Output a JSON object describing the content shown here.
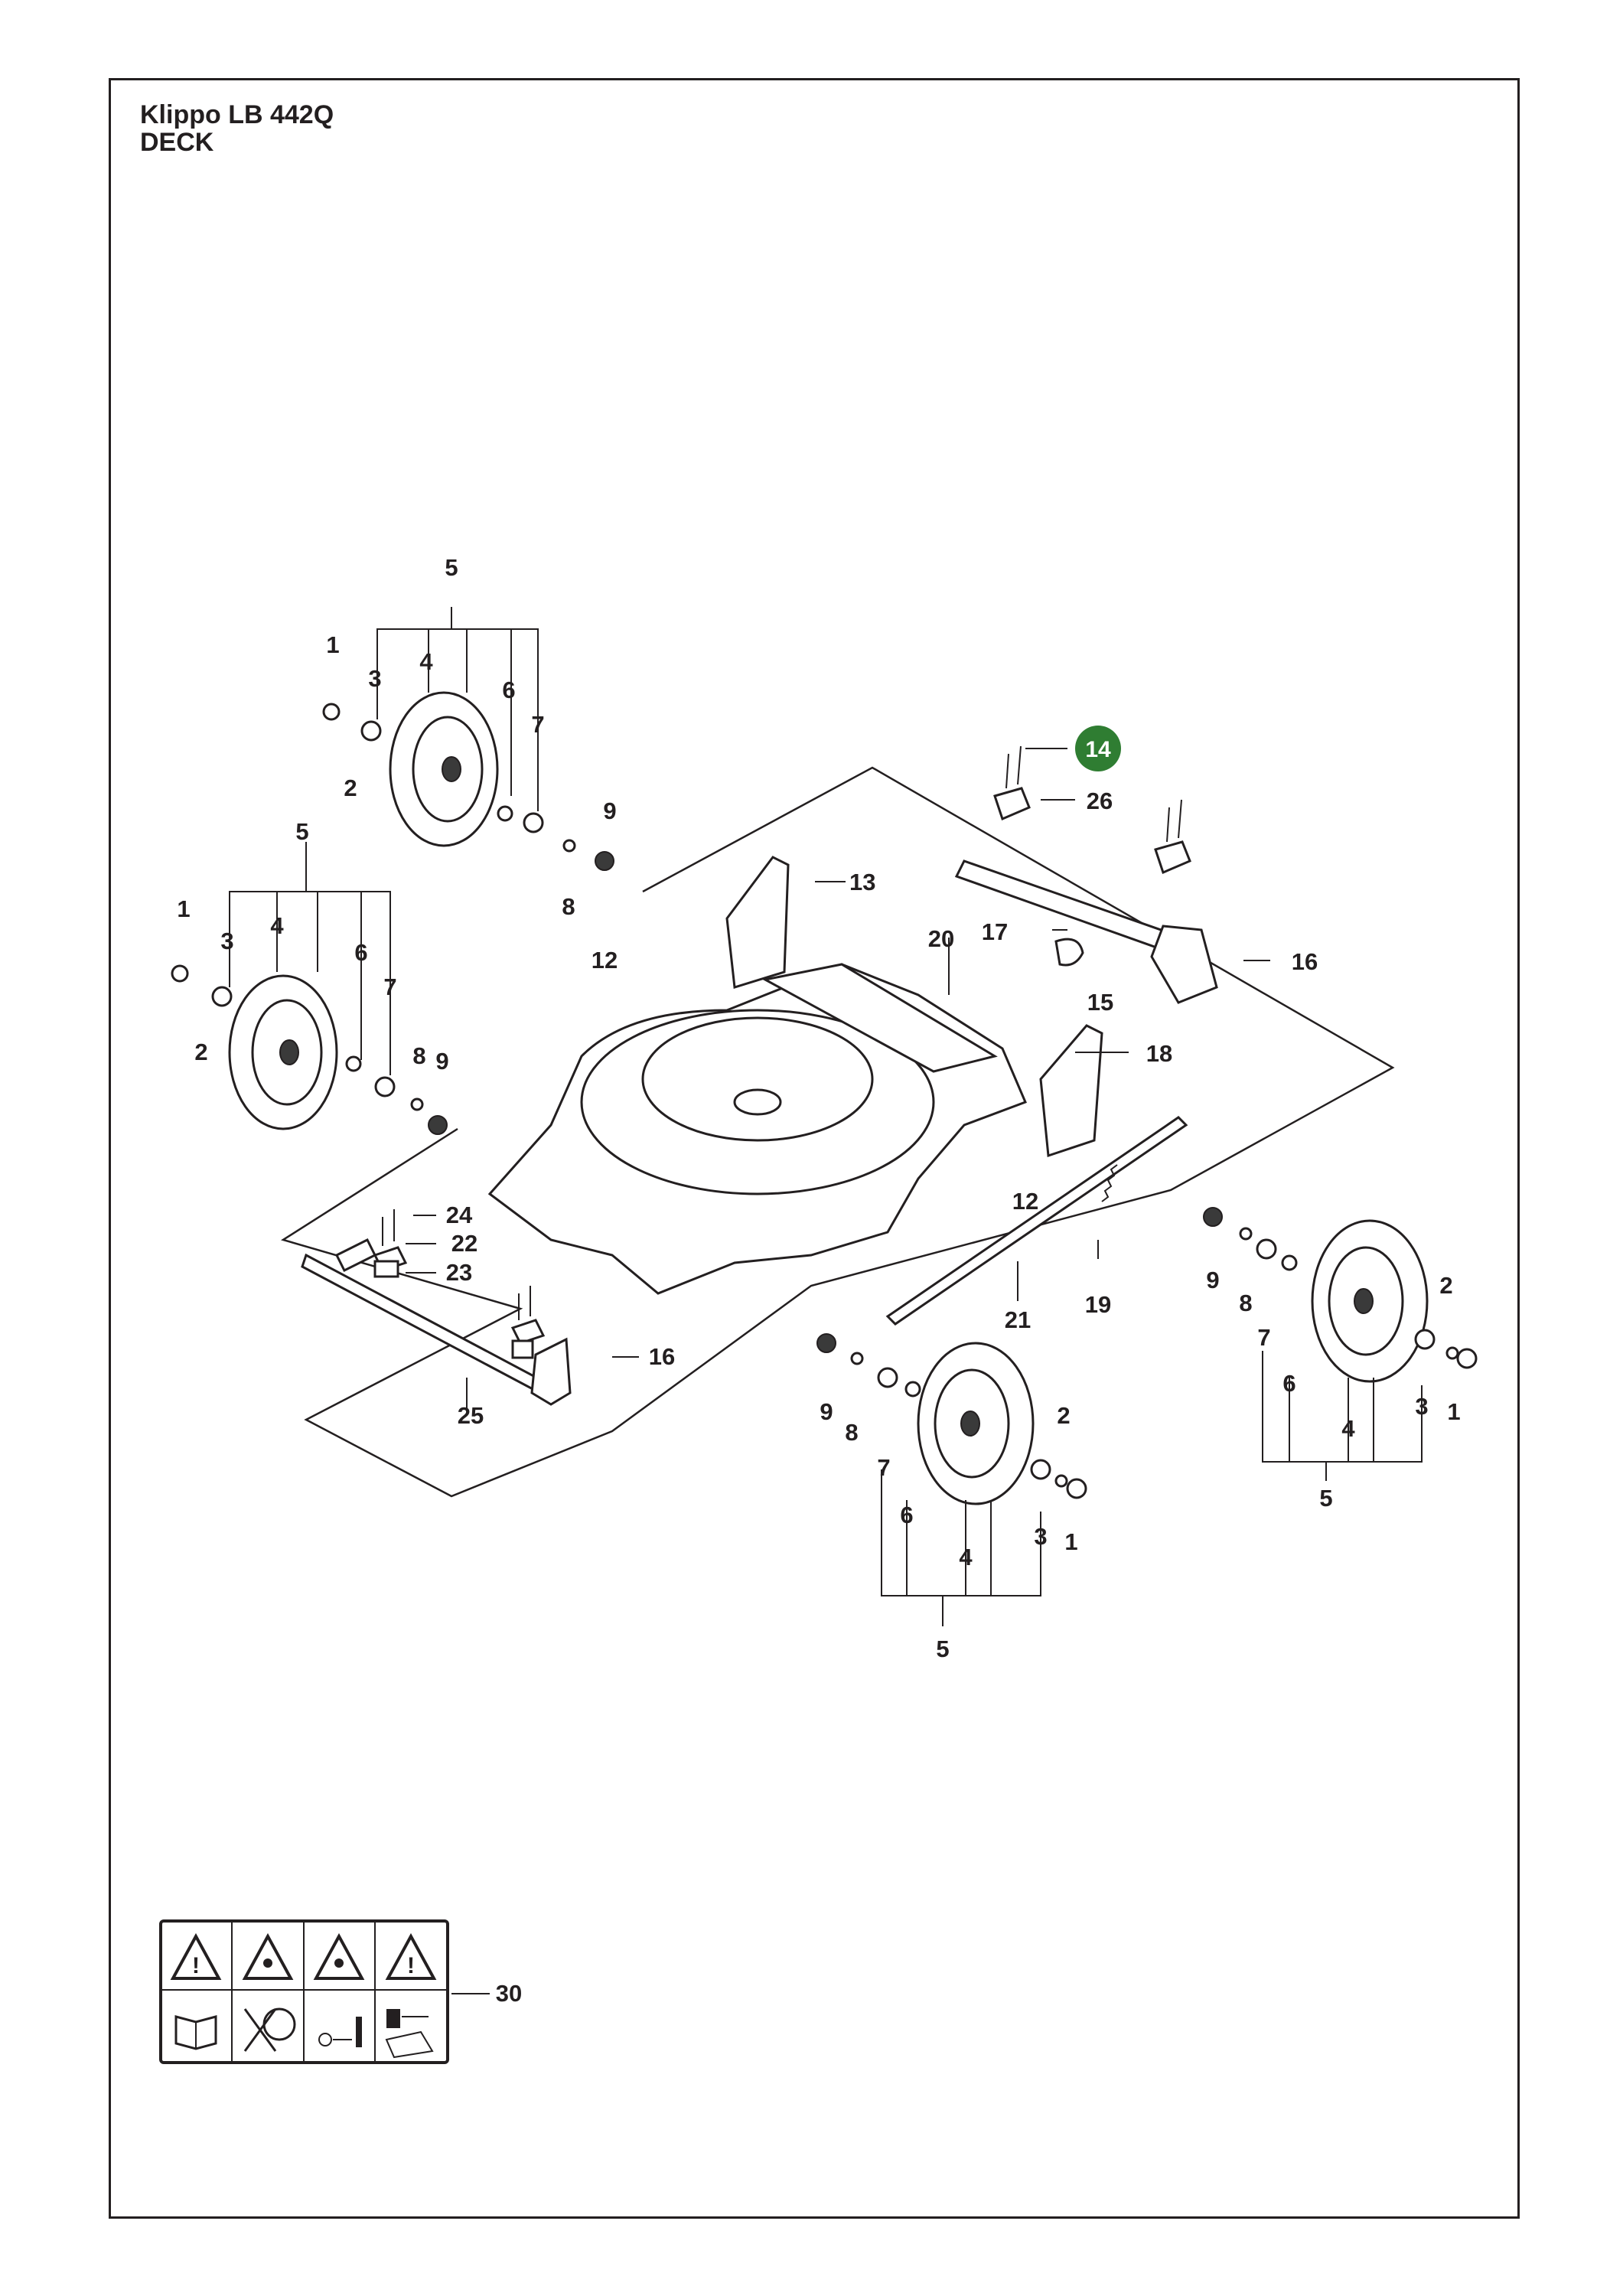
{
  "title": {
    "model": "Klippo LB 442Q",
    "section": "DECK"
  },
  "highlighted_part": "14",
  "colors": {
    "highlight": "#2f7d32",
    "ink": "#231f20"
  },
  "wheel_front_left": {
    "group": "5",
    "parts": [
      "1",
      "3",
      "4",
      "6",
      "7",
      "2",
      "9",
      "8"
    ]
  },
  "wheel_rear_left": {
    "group": "5",
    "parts": [
      "1",
      "3",
      "4",
      "6",
      "7",
      "2",
      "8",
      "9"
    ]
  },
  "wheel_front_right": {
    "group": "5",
    "parts": [
      "9",
      "8",
      "7",
      "6",
      "4",
      "3",
      "2",
      "1"
    ]
  },
  "wheel_rear_right": {
    "group": "5",
    "parts": [
      "9",
      "8",
      "7",
      "6",
      "4",
      "3",
      "2",
      "1"
    ]
  },
  "deck_parts": {
    "p13": "13",
    "p12a": "12",
    "p20": "20",
    "p17": "17",
    "p15": "15",
    "p16a": "16",
    "p18": "18",
    "p12b": "12",
    "p26": "26",
    "p21": "21",
    "p19": "19",
    "p24": "24",
    "p22": "22",
    "p23": "23",
    "p16b": "16",
    "p25": "25",
    "p30": "30"
  },
  "label_icons": [
    "warning-triangle-icon",
    "warning-triangle-icon",
    "warning-triangle-icon",
    "warning-triangle-icon",
    "manual-book-icon",
    "no-hands-feet-icon",
    "keep-distance-icon",
    "disconnect-spark-plug-icon"
  ]
}
